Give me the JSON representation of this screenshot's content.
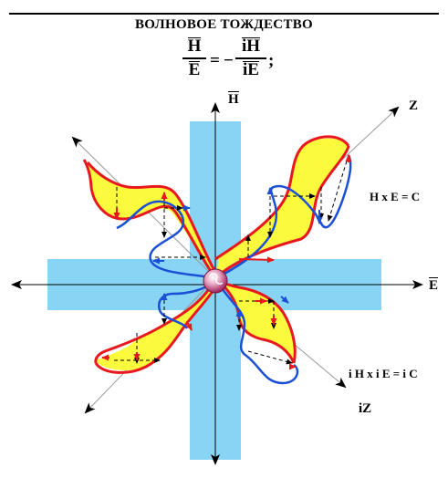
{
  "title": "ВОЛНОВОЕ  ТОЖДЕСТВО",
  "formula": {
    "lhs_numerator": "H",
    "lhs_denominator": "E",
    "equals": "=",
    "minus": "−",
    "rhs_numerator": "iH",
    "rhs_denominator": "iE",
    "terminator": ";"
  },
  "axes": {
    "h_axis": "H",
    "e_axis": "E",
    "z_axis": "Z",
    "iz_axis": "iZ"
  },
  "equations": {
    "cross_product": "H x E = C",
    "imaginary_cross_product": "i H x i E  = i C"
  },
  "colors": {
    "field_bars": "#88d4f5",
    "wave_red": "#e8191e",
    "wave_blue": "#1b50d6",
    "wave_fill": "#fbfa3c",
    "arrow": "#000000"
  }
}
